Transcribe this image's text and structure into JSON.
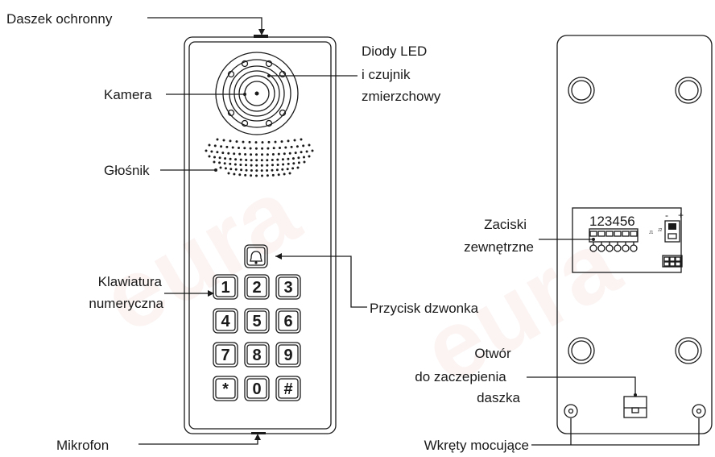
{
  "labels": {
    "protective_cover": "Daszek ochronny",
    "camera": "Kamera",
    "led_line1": "Diody LED",
    "led_line2": "i czujnik",
    "led_line3": "zmierzchowy",
    "speaker": "Głośnik",
    "keypad_line1": "Klawiatura",
    "keypad_line2": "numeryczna",
    "bell_button": "Przycisk dzwonka",
    "microphone": "Mikrofon",
    "terminals_line1": "Zaciski",
    "terminals_line2": "zewnętrzne",
    "hole_line1": "Otwór",
    "hole_line2": "do zaczepienia",
    "hole_line3": "daszka",
    "screws": "Wkręty mocujące"
  },
  "keys": [
    "1",
    "2",
    "3",
    "4",
    "5",
    "6",
    "7",
    "8",
    "9",
    "*",
    "0",
    "#"
  ],
  "terminal_numbers": "123456",
  "polarity": {
    "minus": "-",
    "plus": "+"
  },
  "watermark": "eura",
  "colors": {
    "line": "#1a1a1a",
    "watermark": "#c0392b"
  }
}
